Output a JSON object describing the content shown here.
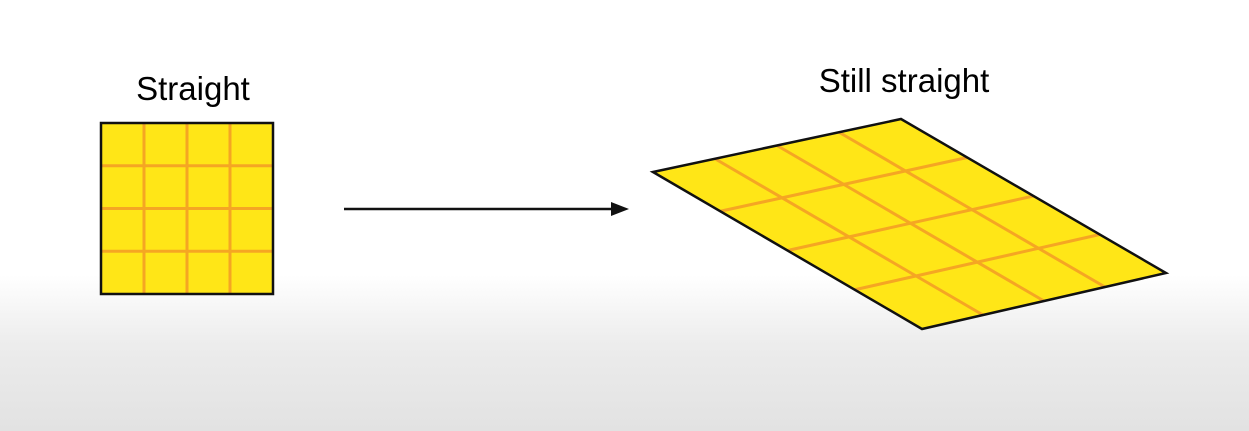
{
  "left_label": "Straight",
  "right_label": "Still straight",
  "colors": {
    "fill": "#FFE617",
    "gridline": "#F5A623",
    "outline": "#111111",
    "arrow": "#111111"
  },
  "grid": {
    "rows": 4,
    "cols": 4
  }
}
